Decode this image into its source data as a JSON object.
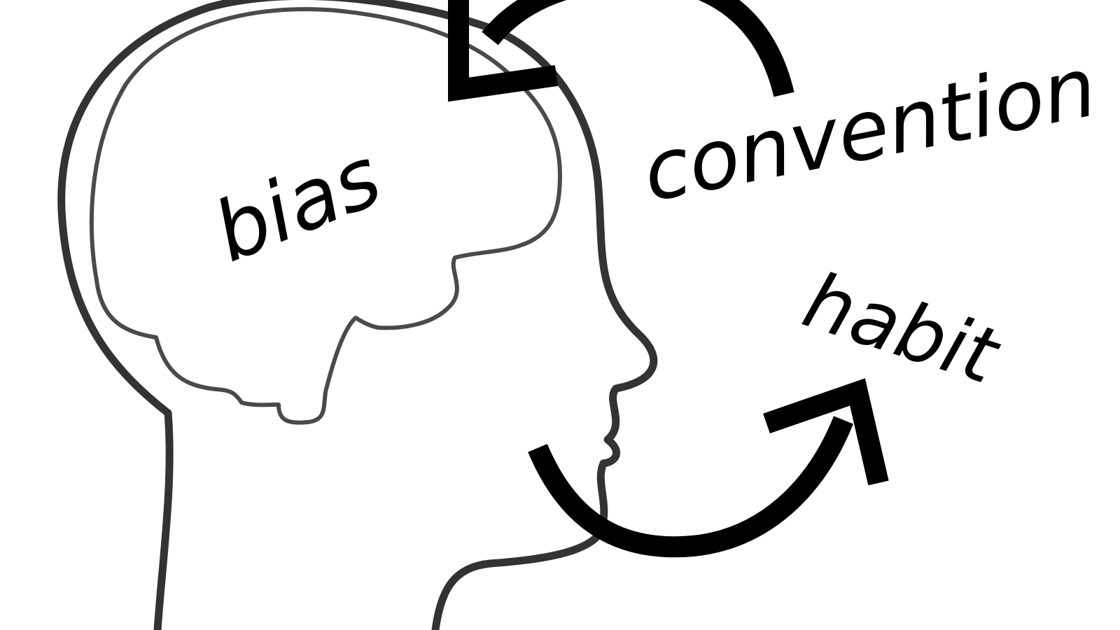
{
  "words": {
    "bias": "bias",
    "convention": "convention",
    "habit": "habit"
  },
  "colors": {
    "background": "#ffffff",
    "head_outline": "#333333",
    "brain_outline": "#4a4a4a",
    "arrows": "#000000",
    "text": "#000000"
  },
  "icons": {
    "head": "head-profile-icon",
    "brain": "brain-icon",
    "top_arrow": "curved-arrow-icon",
    "bottom_arrow": "curved-arrow-icon"
  }
}
